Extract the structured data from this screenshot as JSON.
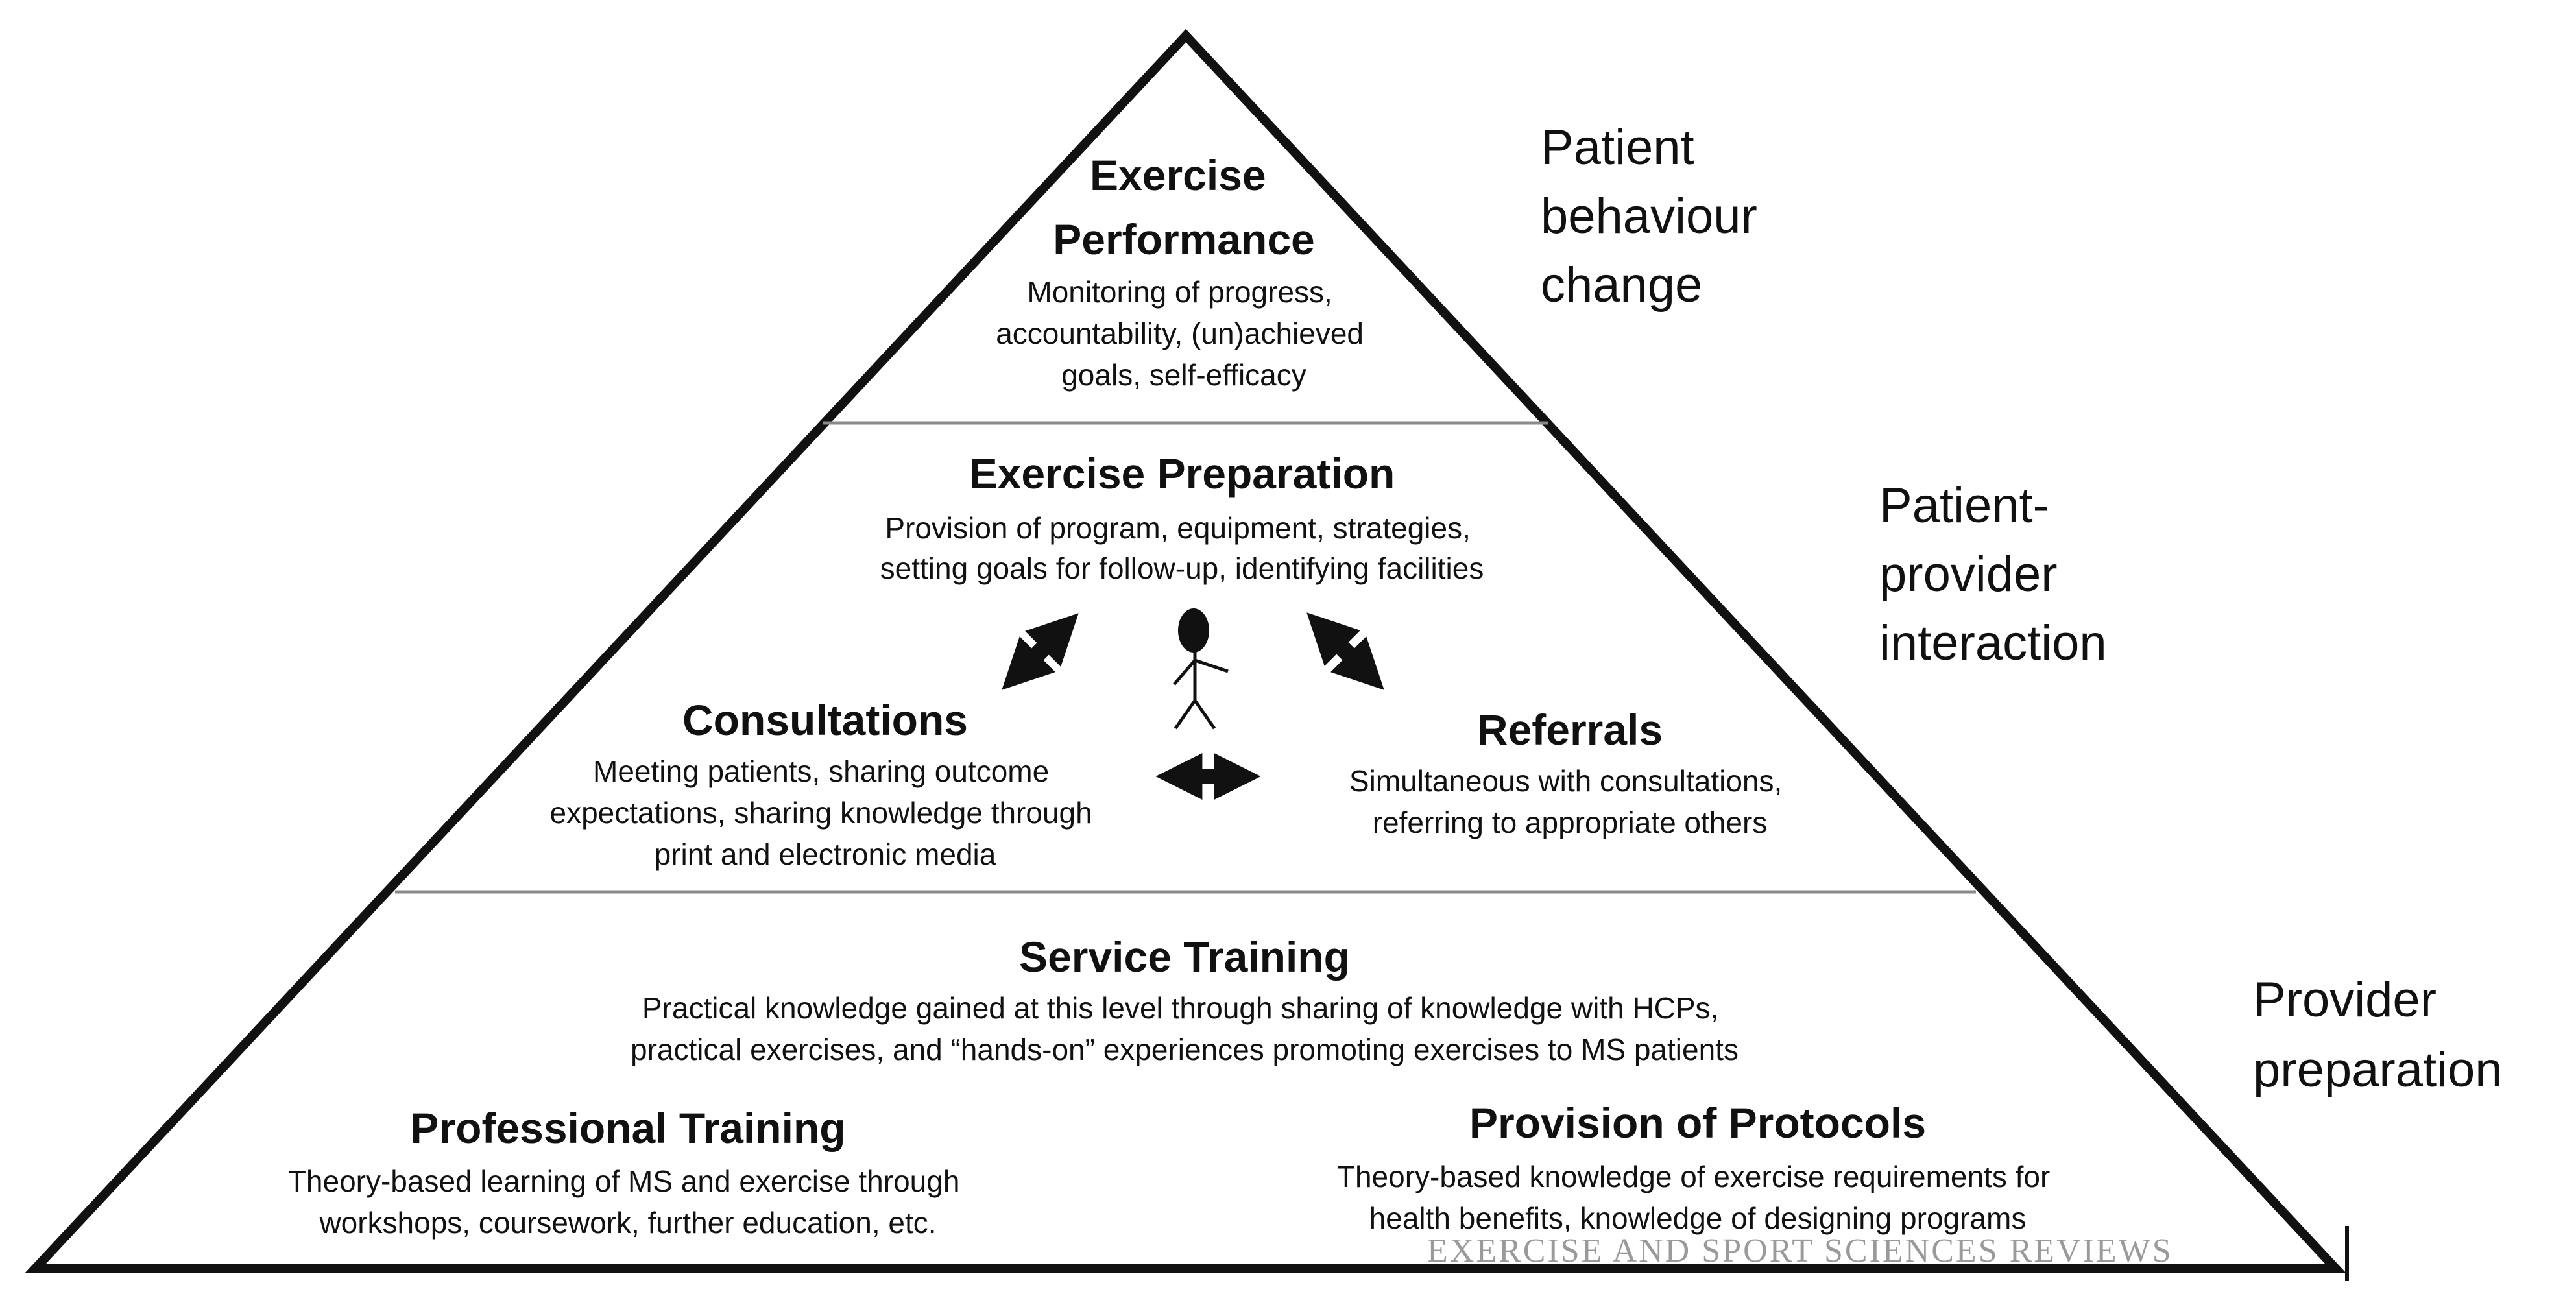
{
  "tiers": {
    "top": {
      "title_lines": [
        "Exercise",
        "Performance"
      ],
      "desc_lines": [
        "Monitoring of progress,",
        "accountability, (un)achieved",
        "goals, self-efficacy"
      ],
      "side_label_lines": [
        "Patient",
        "behaviour",
        "change"
      ]
    },
    "middle": {
      "preparation": {
        "title": "Exercise Preparation",
        "desc_lines": [
          "Provision of program, equipment, strategies,",
          "setting goals for follow-up, identifying facilities"
        ]
      },
      "consultations": {
        "title": "Consultations",
        "desc_lines": [
          "Meeting patients, sharing outcome",
          "expectations, sharing knowledge through",
          "print and electronic media"
        ]
      },
      "referrals": {
        "title": "Referrals",
        "desc_lines": [
          "Simultaneous with consultations,",
          "referring to appropriate others"
        ]
      },
      "side_label_lines": [
        "Patient-",
        "provider",
        "interaction"
      ]
    },
    "bottom": {
      "service_training": {
        "title": "Service Training",
        "desc_lines": [
          "Practical knowledge gained at this level through sharing of knowledge with HCPs,",
          "practical exercises, and “hands-on” experiences promoting exercises to MS patients"
        ]
      },
      "professional_training": {
        "title": "Professional Training",
        "desc_lines": [
          "Theory-based learning of MS and exercise through",
          "workshops, coursework, further education, etc."
        ]
      },
      "provision_of_protocols": {
        "title": "Provision of Protocols",
        "desc_lines": [
          "Theory-based knowledge of exercise requirements for",
          "health benefits, knowledge of designing programs"
        ]
      },
      "side_label_lines": [
        "Provider",
        "preparation"
      ]
    }
  },
  "watermark": "EXERCISE AND SPORT SCIENCES REVIEWS",
  "icons": [
    "double-arrow-up-right-icon",
    "double-arrow-down-right-icon",
    "double-arrow-horizontal-icon",
    "stick-figure-icon"
  ],
  "colors": {
    "line": "#111111",
    "divider": "#8a8a8a",
    "watermark": "#9a9a9a"
  }
}
